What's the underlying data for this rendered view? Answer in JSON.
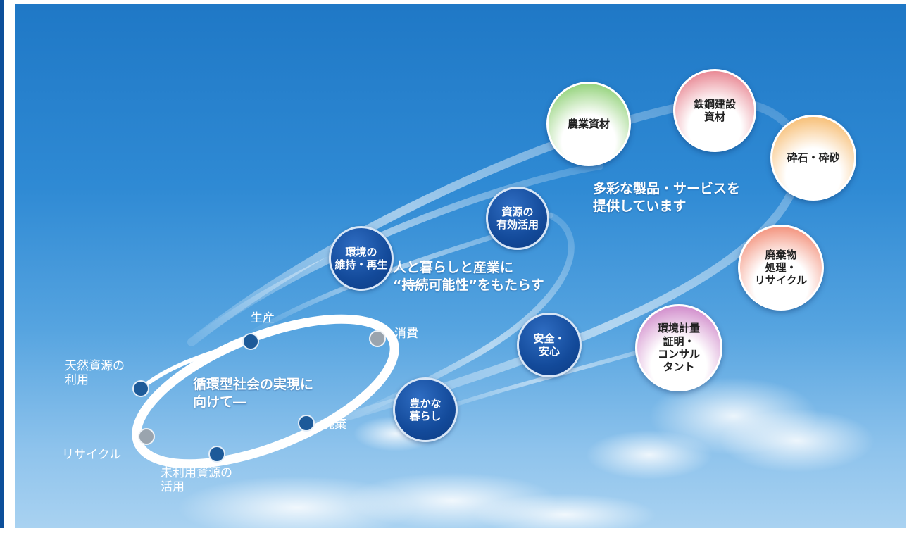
{
  "cycle": {
    "center_text": "循環型社会の実現に\n向けて―",
    "stages": [
      {
        "label": "生産"
      },
      {
        "label": "消費"
      },
      {
        "label": "廃棄"
      },
      {
        "label": "未利用資源の\n活用"
      },
      {
        "label": "リサイクル"
      },
      {
        "label": "天然資源の\n利用"
      }
    ]
  },
  "values": {
    "headline": "人と暮らしと産業に\n“持続可能性”をもたらす",
    "items": [
      {
        "label": "環境の\n維持・再生"
      },
      {
        "label": "資源の\n有効活用"
      },
      {
        "label": "安全・\n安心"
      },
      {
        "label": "豊かな\n暮らし"
      }
    ]
  },
  "products": {
    "headline": "多彩な製品・サービスを\n提供しています",
    "items": [
      {
        "label": "農業資材",
        "color": "#6cc24a"
      },
      {
        "label": "鉄鋼建設\n資材",
        "color": "#e05a6a"
      },
      {
        "label": "砕石・砕砂",
        "color": "#f4a642"
      },
      {
        "label": "廃棄物\n処理・\nリサイクル",
        "color": "#ef6a4c"
      },
      {
        "label": "環境計量\n証明・\nコンサル\nタント",
        "color": "#c062b8"
      }
    ]
  }
}
